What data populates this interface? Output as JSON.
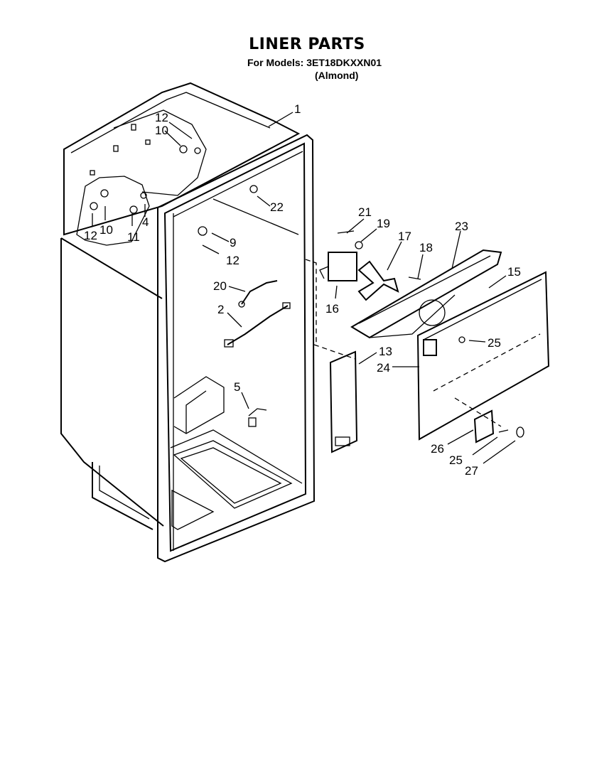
{
  "header": {
    "title": "LINER PARTS",
    "models": "For Models: 3ET18DKXXN01",
    "color": "(Almond)"
  },
  "callouts": {
    "c1": "1",
    "c2": "2",
    "c4": "4",
    "c5": "5",
    "c9": "9",
    "c10a": "10",
    "c10b": "10",
    "c11": "11",
    "c12a": "12",
    "c12b": "12",
    "c12c": "12",
    "c13": "13",
    "c15": "15",
    "c16": "16",
    "c17": "17",
    "c18": "18",
    "c19": "19",
    "c20": "20",
    "c21": "21",
    "c22": "22",
    "c23": "23",
    "c24": "24",
    "c25a": "25",
    "c25b": "25",
    "c26": "26",
    "c27": "27"
  }
}
